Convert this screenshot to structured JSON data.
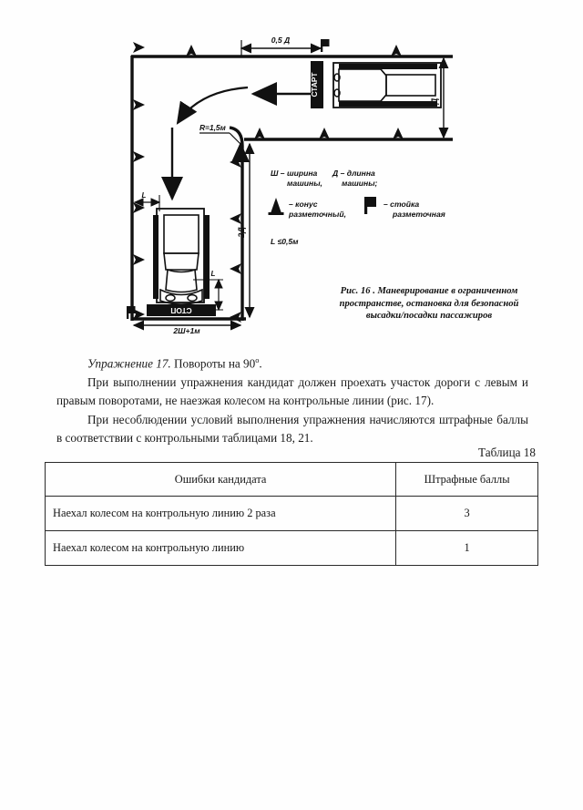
{
  "figure": {
    "caption_line1": "Рис. 16 . Маневрирование в ограниченном",
    "caption_line2": "пространстве, остановка для безопасной",
    "caption_line3": "высадки/посадки пассажиров",
    "labels": {
      "dim_top": "0,5 Д",
      "dim_right": "Д",
      "dim_vertical": "2Д",
      "dim_bottom": "2Ш+1м",
      "radius": "R=1,5м",
      "gap_left": "L",
      "gap_right": "L",
      "start": "СТАРТ",
      "stop": "СТОП"
    },
    "legend": {
      "sh_line1": "Ш – ширина",
      "sh_line2": "машины,",
      "d_line1": "Д – длинна",
      "d_line2": "машины;",
      "cone_line1": "– конус",
      "cone_line2": "разметочный,",
      "post_line1": "– стойка",
      "post_line2": "разметочная",
      "l_value": "L ≤0,5м"
    },
    "colors": {
      "ink": "#111111",
      "paper": "#ffffff"
    }
  },
  "body": {
    "exercise_title": "Упражнение 17.",
    "exercise_rest": " Повороты на 90",
    "exercise_degree": "o",
    "exercise_end": ".",
    "para2": "При выполнении упражнения кандидат должен проехать участок дороги с левым и правым поворотами, не наезжая колесом на контрольные линии (рис. 17).",
    "para3": "При несоблюдении условий выполнения упражнения начисляются штрафные баллы в соответствии с контрольными таблицами 18, 21."
  },
  "table": {
    "label": "Таблица 18",
    "headers": [
      "Ошибки кандидата",
      "Штрафные баллы"
    ],
    "rows": [
      {
        "error": "Наехал колесом на контрольную линию 2 раза",
        "points": "3"
      },
      {
        "error": "Наехал колесом на контрольную линию",
        "points": "1"
      }
    ]
  }
}
